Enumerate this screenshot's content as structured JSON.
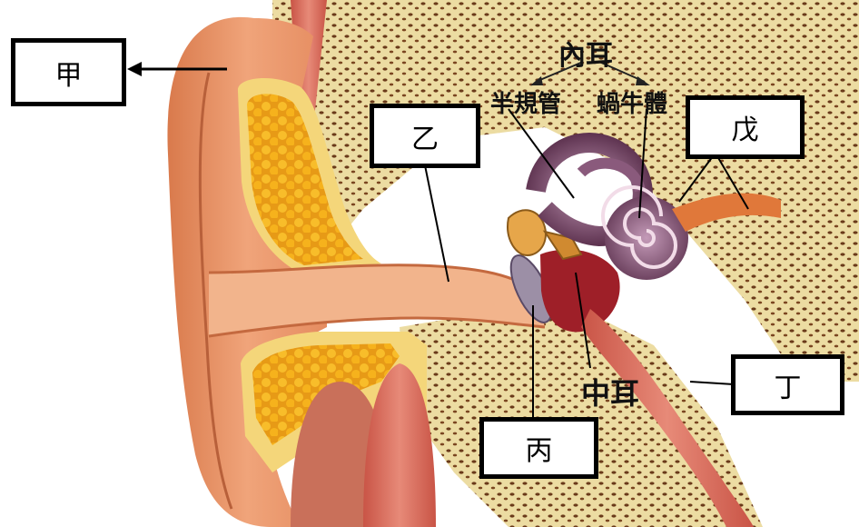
{
  "labels": {
    "jia": "甲",
    "yi": "乙",
    "bing": "丙",
    "ding": "丁",
    "wu": "戊"
  },
  "headings": {
    "inner_ear": "內耳",
    "semicircular_canals": "半規管",
    "cochlea": "蝸牛體",
    "middle_ear": "中耳"
  },
  "colors": {
    "skin": "#e9956a",
    "skin_dark": "#c4693f",
    "cartilage": "#f4d67a",
    "fat": "#f6b21c",
    "bone": "#ecdca2",
    "bone_dots": "#6a3a1a",
    "canal": "#f2b48c",
    "muscle": "#d76a5a",
    "inner_ear": "#7a4a68"
  }
}
